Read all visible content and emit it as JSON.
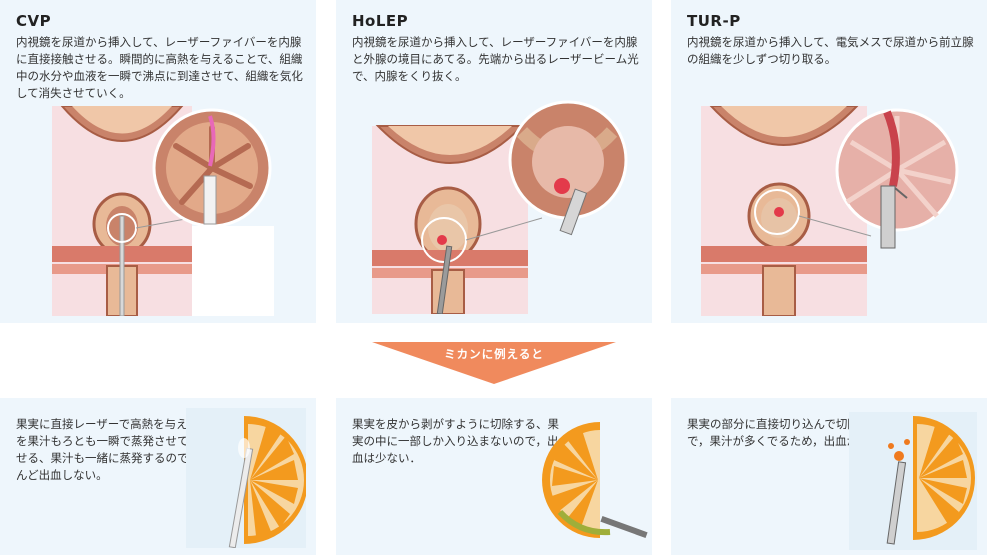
{
  "procedures": [
    {
      "title": "CVP",
      "description": "内視鏡を尿道から挿入して、レーザーファイバーを内腺に直接接触させる。瞬間的に高熱を与えることで、組織中の水分や血液を一瞬で沸点に到達させて、組織を気化して消失させていく。"
    },
    {
      "title": "HoLEP",
      "description": "内視鏡を尿道から挿入して、レーザーファイバーを内腺と外腺の境目にあてる。先端から出るレーザービーム光で、内腺をくり抜く。"
    },
    {
      "title": "TUR-P",
      "description": "内視鏡を尿道から挿入して、電気メスで尿道から前立腺の組織を少しずつ切り取る。"
    }
  ],
  "arrow": {
    "label": "ミカンに例えると"
  },
  "fruit_analogies": [
    {
      "description": "果実に直接レーザーで高熱を与え、果実を果汁もろとも一瞬で蒸発させて消失させる、果汁も一緒に蒸発するので、ほとんど出血しない。"
    },
    {
      "description": "果実を皮から剥がすように切除する、果実の中に一部しか入り込まないので，出血は少ない．"
    },
    {
      "description": "果実の部分に直接切り込んで切除するので，果汁が多くでるため，出血が多い"
    }
  ],
  "colors": {
    "panel_bg": "#eef6fc",
    "arrow": "#f08a5d",
    "orange": "#f39a1e",
    "tissue": "#c9836a"
  }
}
